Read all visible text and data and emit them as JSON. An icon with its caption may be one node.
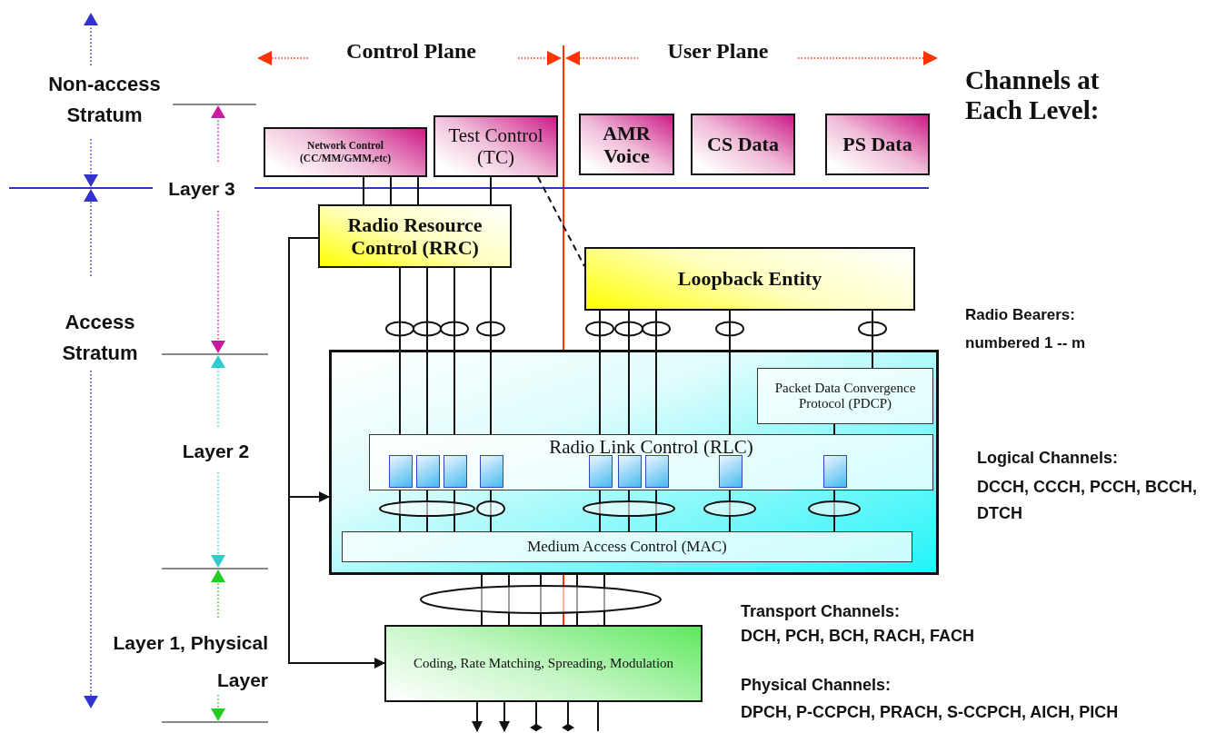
{
  "diagram": {
    "nodes": [
      {
        "text": [
          "Network Control (CC/MM/GMM,etc)"
        ]
      },
      {
        "text": [
          "Test Control (TC)"
        ]
      },
      {
        "text": [
          "AMR Voice"
        ]
      },
      {
        "text": [
          "CS Data"
        ]
      },
      {
        "text": [
          "PS Data"
        ]
      },
      {
        "text": [
          "Radio Resource Control (RRC)"
        ]
      },
      {
        "text": [
          "Loopback Entity"
        ]
      },
      {
        "text": [],
        "shape": "box"
      },
      {
        "text": [
          "Packet Data Convergence Protocol (PDCP)"
        ],
        "in": 7
      },
      {
        "text": [
          "Radio Link Control (RLC)"
        ],
        "in": 7
      },
      {
        "text": [
          "Medium Access Control (MAC)"
        ],
        "in": 7
      },
      {
        "text": [
          "Coding, Rate Matching, Spreading, Modulation"
        ]
      }
    ],
    "edges": [
      {
        "from": 0,
        "to": 5,
        "arrow": "none"
      },
      {
        "from": 0,
        "to": 5,
        "arrow": "none"
      },
      {
        "from": 0,
        "to": 5,
        "arrow": "none"
      },
      {
        "from": 1,
        "to": 5,
        "arrow": "none"
      },
      {
        "from": 1,
        "to": 6,
        "arrow": "none",
        "style": "dashed"
      },
      {
        "from": 5,
        "to": 9,
        "arrow": "none"
      },
      {
        "from": 5,
        "to": 9,
        "arrow": "none"
      },
      {
        "from": 5,
        "to": 9,
        "arrow": "none"
      },
      {
        "from": 5,
        "to": 9,
        "arrow": "none"
      },
      {
        "from": 6,
        "to": 9,
        "arrow": "none"
      },
      {
        "from": 6,
        "to": 9,
        "arrow": "none"
      },
      {
        "from": 6,
        "to": 9,
        "arrow": "none"
      },
      {
        "from": 6,
        "to": 9,
        "arrow": "none"
      },
      {
        "from": 6,
        "to": 8,
        "arrow": "none"
      },
      {
        "from": 8,
        "to": 9,
        "arrow": "none"
      },
      {
        "from": 9,
        "to": 10,
        "arrow": "none"
      },
      {
        "from": 9,
        "to": 10,
        "arrow": "none"
      },
      {
        "from": 9,
        "to": 10,
        "arrow": "none"
      },
      {
        "from": 9,
        "to": 10,
        "arrow": "none"
      },
      {
        "from": 9,
        "to": 10,
        "arrow": "none"
      },
      {
        "from": 9,
        "to": 10,
        "arrow": "none"
      },
      {
        "from": 9,
        "to": 10,
        "arrow": "none"
      },
      {
        "from": 9,
        "to": 10,
        "arrow": "none"
      },
      {
        "from": 9,
        "to": 10,
        "arrow": "none"
      },
      {
        "from": 7,
        "to": 11,
        "arrow": "none"
      },
      {
        "from": 7,
        "to": 11,
        "arrow": "none"
      },
      {
        "from": 7,
        "to": 11,
        "arrow": "none"
      },
      {
        "from": 7,
        "to": 11,
        "arrow": "none"
      },
      {
        "from": 7,
        "to": 11,
        "arrow": "none"
      },
      {
        "from": 5,
        "to": 7,
        "arrow": "to"
      },
      {
        "from": 5,
        "to": 11,
        "arrow": "to"
      },
      {
        "from": 11,
        "to": null,
        "arrow": "to"
      },
      {
        "from": 11,
        "to": null,
        "arrow": "to"
      },
      {
        "from": 11,
        "to": null,
        "arrow": "other"
      },
      {
        "from": 11,
        "to": null,
        "arrow": "other"
      },
      {
        "from": null,
        "to": 11,
        "arrow": "to"
      }
    ],
    "labels": [
      "Control Plane",
      "User Plane",
      "Non-access Stratum",
      "Channels at Each Level:",
      "Layer 3",
      "Radio Bearers:",
      "numbered 1 -- m",
      "Access Stratum",
      "Layer 2",
      "Logical Channels:",
      "DCCH, CCCH, PCCH, BCCH, DTCH",
      "Transport Channels:",
      "DCH, PCH, BCH, RACH, FACH",
      "Layer 1, Physical Layer",
      "Physical Channels:",
      "DPCH, P-CCPCH, PRACH, S-CCPCH, AICH, PICH"
    ]
  }
}
